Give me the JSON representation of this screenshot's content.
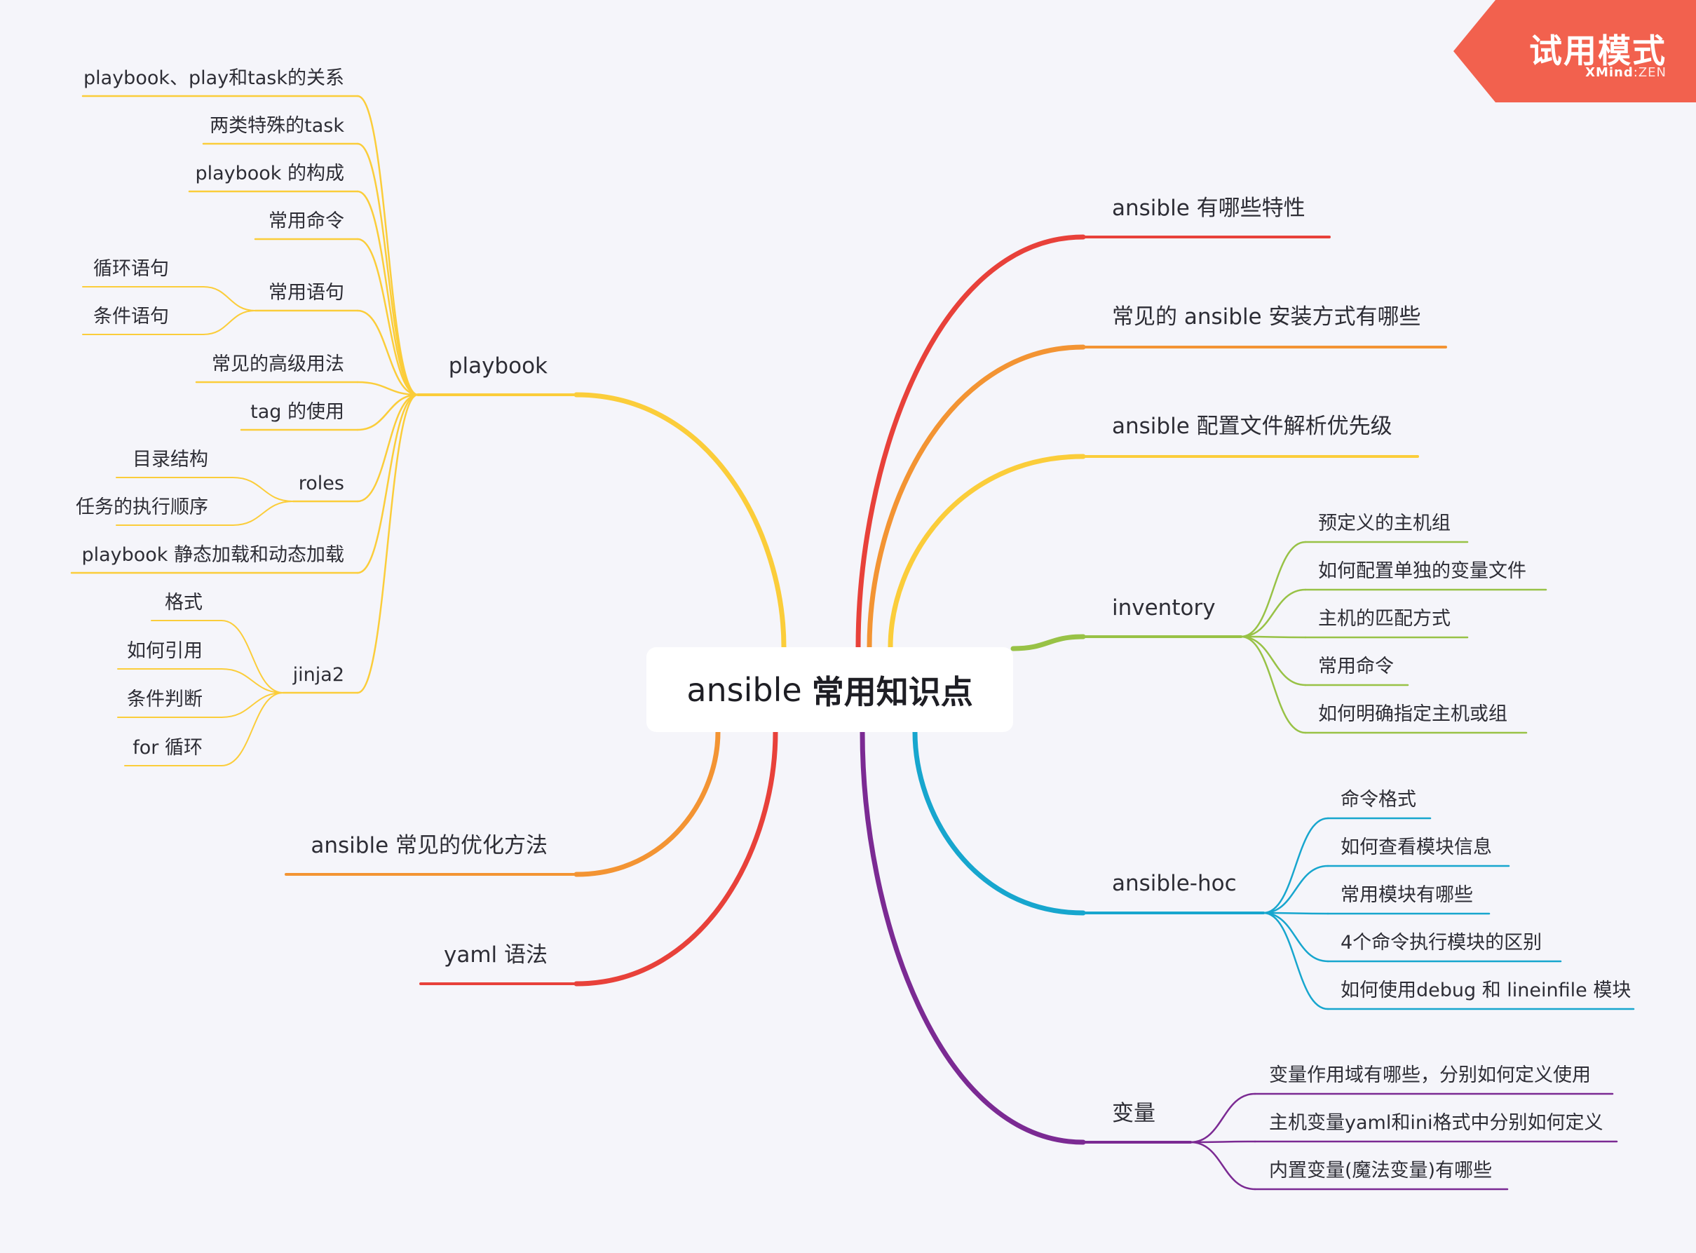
{
  "root": {
    "title_plain": "ansible",
    "title_bold": "常用知识点"
  },
  "watermark": {
    "title": "试用模式",
    "brand_bold": "XMind",
    "brand_sep": ":",
    "brand_thin": "ZEN"
  },
  "colors": {
    "red": "#e8413a",
    "orange": "#f39433",
    "yellow": "#fbcd3a",
    "green": "#98c246",
    "blue": "#17a6ce",
    "purple": "#7b2a93",
    "watermark": "#f2614e",
    "background": "#f5f5fa"
  },
  "branches": {
    "features": {
      "label": "ansible 有哪些特性",
      "color": "red"
    },
    "install": {
      "label": "常见的 ansible 安装方式有哪些",
      "color": "orange"
    },
    "config": {
      "label": "ansible 配置文件解析优先级",
      "color": "yellow"
    },
    "inventory": {
      "label": "inventory",
      "color": "green",
      "children": [
        "预定义的主机组",
        "如何配置单独的变量文件",
        "主机的匹配方式",
        "常用命令",
        "如何明确指定主机或组"
      ]
    },
    "adhoc": {
      "label": "ansible-hoc",
      "color": "blue",
      "children": [
        "命令格式",
        "如何查看模块信息",
        "常用模块有哪些",
        "4个命令执行模块的区别",
        "如何使用debug 和 lineinfile 模块"
      ]
    },
    "variables": {
      "label": "变量",
      "color": "purple",
      "children": [
        "变量作用域有哪些，分别如何定义使用",
        "主机变量yaml和ini格式中分别如何定义",
        "内置变量(魔法变量)有哪些"
      ]
    },
    "playbook": {
      "label": "playbook",
      "color": "yellow",
      "children": {
        "relation": "playbook、play和task的关系",
        "two_tasks": "两类特殊的task",
        "composition": "playbook 的构成",
        "commands": "常用命令",
        "statements": {
          "label": "常用语句",
          "children": [
            "循环语句",
            "条件语句"
          ]
        },
        "advanced": "常见的高级用法",
        "tag": "tag 的使用",
        "roles": {
          "label": "roles",
          "children": [
            "目录结构",
            "任务的执行顺序"
          ]
        },
        "loading": "playbook 静态加载和动态加载",
        "jinja2": {
          "label": "jinja2",
          "children": [
            "格式",
            "如何引用",
            "条件判断",
            "for 循环"
          ]
        }
      }
    },
    "optimize": {
      "label": "ansible 常见的优化方法",
      "color": "orange"
    },
    "yaml": {
      "label": "yaml 语法",
      "color": "red"
    }
  }
}
